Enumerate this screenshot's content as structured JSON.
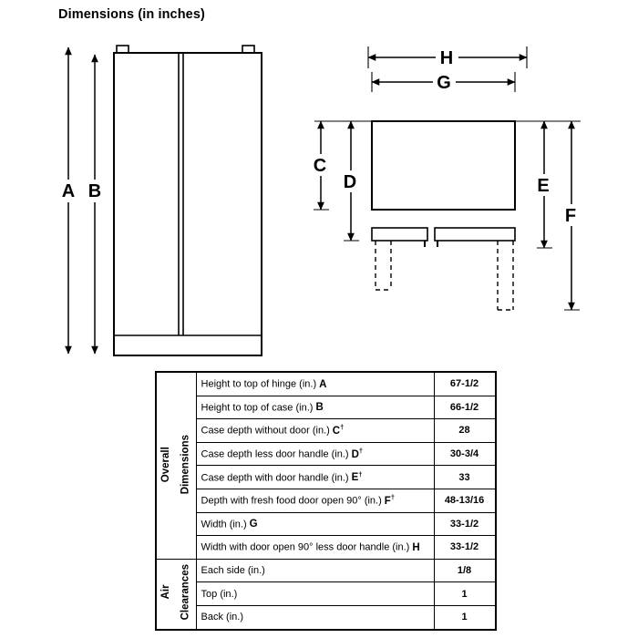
{
  "title": "Dimensions (in inches)",
  "diagram": {
    "labels": {
      "A": "A",
      "B": "B",
      "C": "C",
      "D": "D",
      "E": "E",
      "F": "F",
      "G": "G",
      "H": "H"
    }
  },
  "table": {
    "groups": [
      {
        "label": "Overall\nDimensions"
      },
      {
        "label": "Air\nClearances"
      }
    ],
    "rows": [
      {
        "label": "Height to top of hinge (in.)",
        "letter": "A",
        "sup": "",
        "value": "67-1/2"
      },
      {
        "label": "Height to top of case (in.)",
        "letter": "B",
        "sup": "",
        "value": "66-1/2"
      },
      {
        "label": "Case depth without door (in.)",
        "letter": "C",
        "sup": "†",
        "value": "28"
      },
      {
        "label": "Case depth less door handle (in.)",
        "letter": "D",
        "sup": "†",
        "value": "30-3/4"
      },
      {
        "label": "Case depth with door handle (in.)",
        "letter": "E",
        "sup": "†",
        "value": "33"
      },
      {
        "label": "Depth with fresh food door open 90° (in.)",
        "letter": "F",
        "sup": "†",
        "value": "48-13/16"
      },
      {
        "label": "Width (in.)",
        "letter": "G",
        "sup": "",
        "value": "33-1/2"
      },
      {
        "label": "Width with door open 90° less door handle (in.)",
        "letter": "H",
        "sup": "",
        "value": "33-1/2"
      },
      {
        "label": "Each side (in.)",
        "value": "1/8"
      },
      {
        "label": "Top (in.)",
        "value": "1"
      },
      {
        "label": "Back (in.)",
        "value": "1"
      }
    ]
  }
}
